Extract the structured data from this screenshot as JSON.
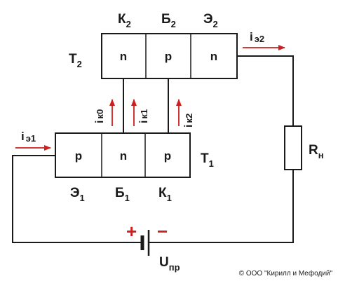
{
  "colors": {
    "line": "#1a1a1a",
    "accent": "#cc1f1f",
    "background": "#ffffff"
  },
  "t2": {
    "label": "Т",
    "label_sub": "2",
    "top_labels": [
      {
        "main": "К",
        "sub": "2"
      },
      {
        "main": "Б",
        "sub": "2"
      },
      {
        "main": "Э",
        "sub": "2"
      }
    ],
    "cells": [
      "n",
      "p",
      "n"
    ]
  },
  "t1": {
    "label": "Т",
    "label_sub": "1",
    "bottom_labels": [
      {
        "main": "Э",
        "sub": "1"
      },
      {
        "main": "Б",
        "sub": "1"
      },
      {
        "main": "К",
        "sub": "1"
      }
    ],
    "cells": [
      "p",
      "n",
      "p"
    ]
  },
  "currents": {
    "ie2": {
      "main": "i",
      "sub": "э2"
    },
    "ie1": {
      "main": "i",
      "sub": "э1"
    },
    "ik0": {
      "main": "i",
      "sub": "к0"
    },
    "ik1": {
      "main": "i",
      "sub": "к1"
    },
    "ik2": {
      "main": "i",
      "sub": "к2"
    }
  },
  "resistor": {
    "main": "R",
    "sub": "н"
  },
  "battery": {
    "plus": "+",
    "minus": "−",
    "main": "U",
    "sub": "пр"
  },
  "copyright": "© ООО \"Кирилл и Мефодий\""
}
